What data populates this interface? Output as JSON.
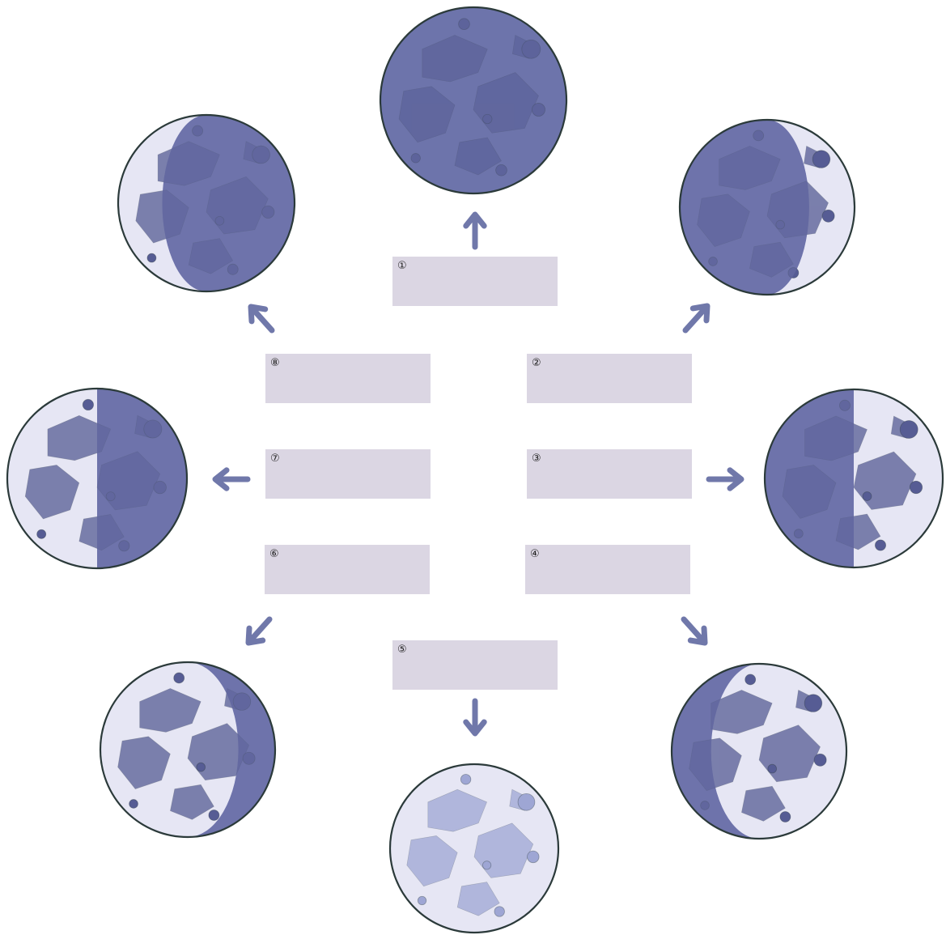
{
  "colors": {
    "shadow": "#6e74ab",
    "shadow_mare": "#565c94",
    "lit": "#e6e6f4",
    "lit_mare": "#9ea6d4",
    "outline": "#2b3a3a",
    "arrow": "#7078aa",
    "box": "#dbd6e3"
  },
  "phases": [
    {
      "id": 1,
      "marker": "①",
      "label": "",
      "icon": "new-moon-icon"
    },
    {
      "id": 2,
      "marker": "②",
      "label": "",
      "icon": "waxing-crescent-icon"
    },
    {
      "id": 3,
      "marker": "③",
      "label": "",
      "icon": "first-quarter-icon"
    },
    {
      "id": 4,
      "marker": "④",
      "label": "",
      "icon": "waxing-gibbous-icon"
    },
    {
      "id": 5,
      "marker": "⑤",
      "label": "",
      "icon": "full-moon-icon"
    },
    {
      "id": 6,
      "marker": "⑥",
      "label": "",
      "icon": "waning-gibbous-icon"
    },
    {
      "id": 7,
      "marker": "⑦",
      "label": "",
      "icon": "last-quarter-icon"
    },
    {
      "id": 8,
      "marker": "⑧",
      "label": "",
      "icon": "waning-crescent-icon"
    }
  ]
}
